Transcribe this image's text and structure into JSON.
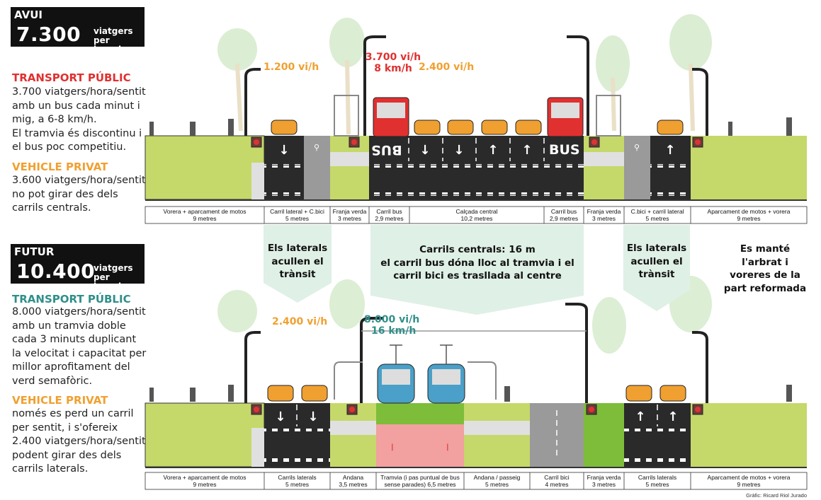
{
  "today": {
    "label": "AVUI",
    "total": "7.300",
    "unit_line1": "viatgers per",
    "unit_line2": "hora i sentit",
    "transport_heading": "TRANSPORT PÚBLIC",
    "transport_text": "3.700 viatgers/hora/sentit\namb un bus cada minut i\nmig, a 6-8 km/h.\nEl tramvia és discontinu i\nel bus poc competitiu.",
    "private_heading": "VEHICLE PRIVAT",
    "private_text": "3.600 viatgers/hora/sentit\nno pot girar des dels\ncarrils centrals.",
    "flow_left": "1.200 vi/h",
    "flow_bus_1": "3.700 vi/h",
    "flow_bus_2": "8 km/h",
    "flow_right": "2.400 vi/h",
    "bus_label": "BUS",
    "segments": [
      {
        "name": "Vorera + aparcament de motos",
        "width": "9 metres"
      },
      {
        "name": "Carril lateral + C.bici",
        "width": "5 metres"
      },
      {
        "name": "Franja verda",
        "width": "3 metres"
      },
      {
        "name": "Carril bus",
        "width": "2,9 metres"
      },
      {
        "name": "Calçada central",
        "width": "10,2 metres"
      },
      {
        "name": "Carril bus",
        "width": "2,9 metres"
      },
      {
        "name": "Franja verda",
        "width": "3 metres"
      },
      {
        "name": "C.bici + carril lateral",
        "width": "5 metres"
      },
      {
        "name": "Aparcament de motos + vorera",
        "width": "9 metres"
      }
    ]
  },
  "future": {
    "label": "FUTUR",
    "total": "10.400",
    "unit_line1": "viatgers per",
    "unit_line2": "hora i sentit",
    "transport_heading": "TRANSPORT PÚBLIC",
    "transport_text": "8.000 viatgers/hora/sentit\namb un tramvia doble\ncada 3 minuts duplicant\nla velocitat i capacitat per\nmillor aprofitament del\nverd semafòric.",
    "private_heading": "VEHICLE PRIVAT",
    "private_text": "només es perd un carril\nper sentit, i s'ofereix\n2.400 viatgers/hora/sentit\npodent girar des dels\ncarrils laterals.",
    "flow_left": "2.400 vi/h",
    "flow_tram_1": "8.000 vi/h",
    "flow_tram_2": "16 km/h",
    "segments": [
      {
        "name": "Vorera + aparcament de motos",
        "width": "9 metres"
      },
      {
        "name": "Carrils laterals",
        "width": "5 metres"
      },
      {
        "name": "Andana",
        "width": "3,5 metres"
      },
      {
        "name": "Tramvia (i pas puntual de bus sense parades)",
        "width": "6,5 metres"
      },
      {
        "name": "Andana / passeig",
        "width": "5 metres"
      },
      {
        "name": "Carril bici",
        "width": "4 metres"
      },
      {
        "name": "Franja verda",
        "width": "3 metres"
      },
      {
        "name": "Carrils laterals",
        "width": "5 metres"
      },
      {
        "name": "Aparcament de motos + vorera",
        "width": "9 metres"
      }
    ]
  },
  "notes": {
    "laterals_left": "Els laterals\nacullen el\ntrànsit",
    "central": "Carrils centrals: 16 m\nel carril bus dóna lloc al tramvia i el\ncarril bici es trasllada al centre",
    "laterals_right": "Els laterals\nacullen el\ntrànsit",
    "trees": "Es manté\nl'arbrat i\nvoreres de la\npart reformada"
  },
  "credit": "Gràfic: Ricard Riol Jurado",
  "colors": {
    "orange": "#f0a030",
    "red": "#e03030",
    "teal": "#2f8f8a",
    "green": "#c5d86a",
    "asphalt": "#2a2a2a",
    "tram_lane": "#f2a0a0",
    "panel": "#dff0e6"
  }
}
